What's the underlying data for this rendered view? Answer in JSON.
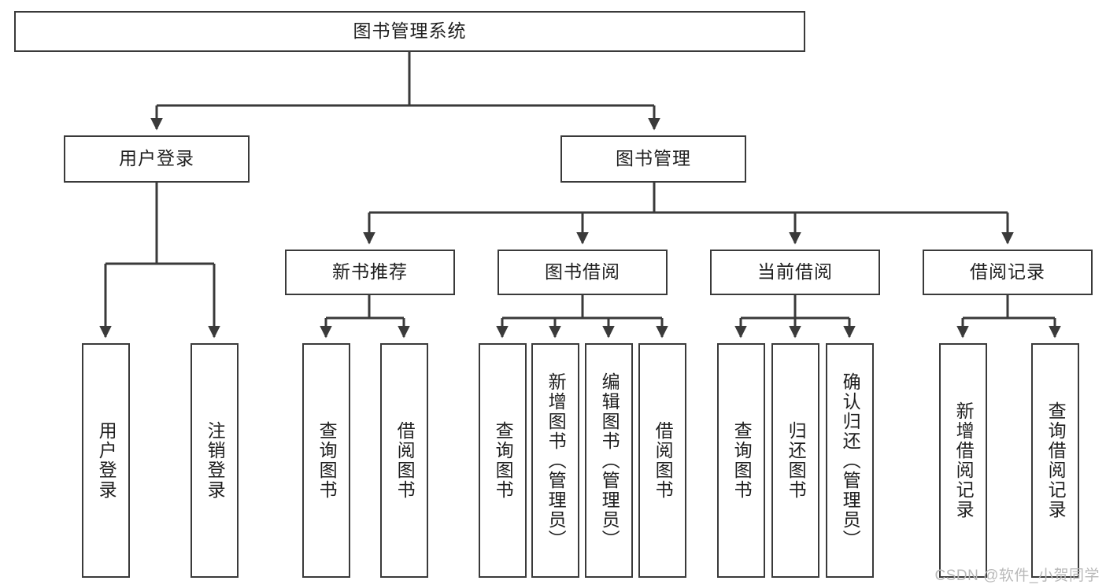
{
  "diagram": {
    "title": "图书管理系统",
    "type": "tree-hierarchy-chart",
    "watermark": "CSDN @软件_小贺同学",
    "colors": {
      "border": "#3a3a3a",
      "background": "#ffffff",
      "text": "#1f1f1f",
      "watermark": "#b9b9b9"
    },
    "levels": {
      "root": {
        "label": "图书管理系统"
      },
      "level2": [
        {
          "id": "user-login",
          "label": "用户登录"
        },
        {
          "id": "book-management",
          "label": "图书管理"
        }
      ],
      "level3": [
        {
          "id": "new-book-recommend",
          "label": "新书推荐",
          "parent": "book-management"
        },
        {
          "id": "book-borrow",
          "label": "图书借阅",
          "parent": "book-management"
        },
        {
          "id": "current-borrow",
          "label": "当前借阅",
          "parent": "book-management"
        },
        {
          "id": "borrow-record",
          "label": "借阅记录",
          "parent": "book-management"
        }
      ],
      "leaves": [
        {
          "id": "leaf-user-login",
          "label": "用户登录",
          "parent": "user-login"
        },
        {
          "id": "leaf-logout-login",
          "label": "注销登录",
          "parent": "user-login"
        },
        {
          "id": "leaf-query-book-1",
          "label": "查询图书",
          "parent": "new-book-recommend"
        },
        {
          "id": "leaf-borrow-book-1",
          "label": "借阅图书",
          "parent": "new-book-recommend"
        },
        {
          "id": "leaf-query-book-2",
          "label": "查询图书",
          "parent": "book-borrow"
        },
        {
          "id": "leaf-add-book",
          "label": "新增图书（管理员）",
          "parent": "book-borrow"
        },
        {
          "id": "leaf-edit-book",
          "label": "编辑图书（管理员）",
          "parent": "book-borrow"
        },
        {
          "id": "leaf-borrow-book-2",
          "label": "借阅图书",
          "parent": "book-borrow"
        },
        {
          "id": "leaf-query-book-3",
          "label": "查询图书",
          "parent": "current-borrow"
        },
        {
          "id": "leaf-return-book",
          "label": "归还图书",
          "parent": "current-borrow"
        },
        {
          "id": "leaf-confirm-return",
          "label": "确认归还（管理员）",
          "parent": "current-borrow"
        },
        {
          "id": "leaf-add-record",
          "label": "新增借阅记录",
          "parent": "borrow-record"
        },
        {
          "id": "leaf-query-record",
          "label": "查询借阅记录",
          "parent": "borrow-record"
        }
      ]
    }
  }
}
